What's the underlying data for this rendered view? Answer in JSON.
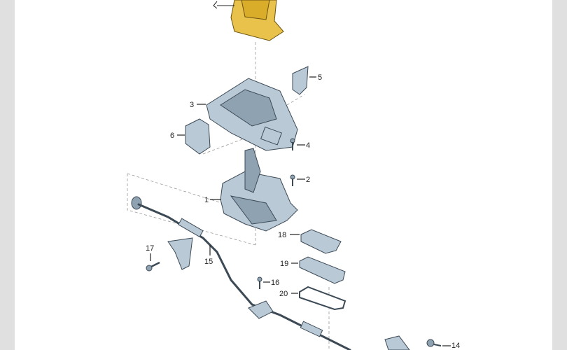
{
  "diagram": {
    "callouts": {
      "p1": "1",
      "p2": "2",
      "p3": "3",
      "p4": "4",
      "p5": "5",
      "p6": "6",
      "p14": "14",
      "p15": "15",
      "p16": "16",
      "p17": "17",
      "p18": "18",
      "p19": "19",
      "p20": "20"
    },
    "colors": {
      "highlight": "#e8c24a",
      "part": "#b9c9d6",
      "sidebar": "#e0e0e0"
    }
  }
}
